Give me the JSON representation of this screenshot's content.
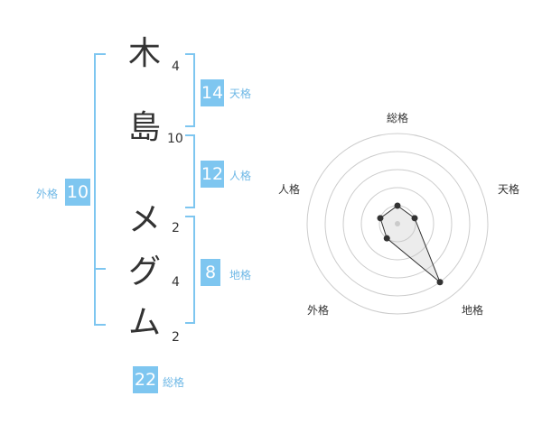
{
  "name": {
    "chars": [
      {
        "char": "木",
        "strokes": "4"
      },
      {
        "char": "島",
        "strokes": "10"
      },
      {
        "char": "メ",
        "strokes": "2"
      },
      {
        "char": "グ",
        "strokes": "4"
      },
      {
        "char": "ム",
        "strokes": "2"
      }
    ]
  },
  "fortune": {
    "tenkaku": {
      "value": "14",
      "label": "天格"
    },
    "jinkaku": {
      "value": "12",
      "label": "人格"
    },
    "chikaku": {
      "value": "8",
      "label": "地格"
    },
    "gaikaku": {
      "value": "10",
      "label": "外格"
    },
    "soukaku": {
      "value": "22",
      "label": "総格"
    }
  },
  "colors": {
    "accent": "#7ec6f0",
    "label": "#6fb8e6",
    "text": "#333333",
    "grid": "#cccccc"
  },
  "radar": {
    "axes": [
      "総格",
      "天格",
      "地格",
      "外格",
      "人格"
    ],
    "values": [
      1,
      1,
      4,
      1,
      1
    ],
    "max": 5
  }
}
